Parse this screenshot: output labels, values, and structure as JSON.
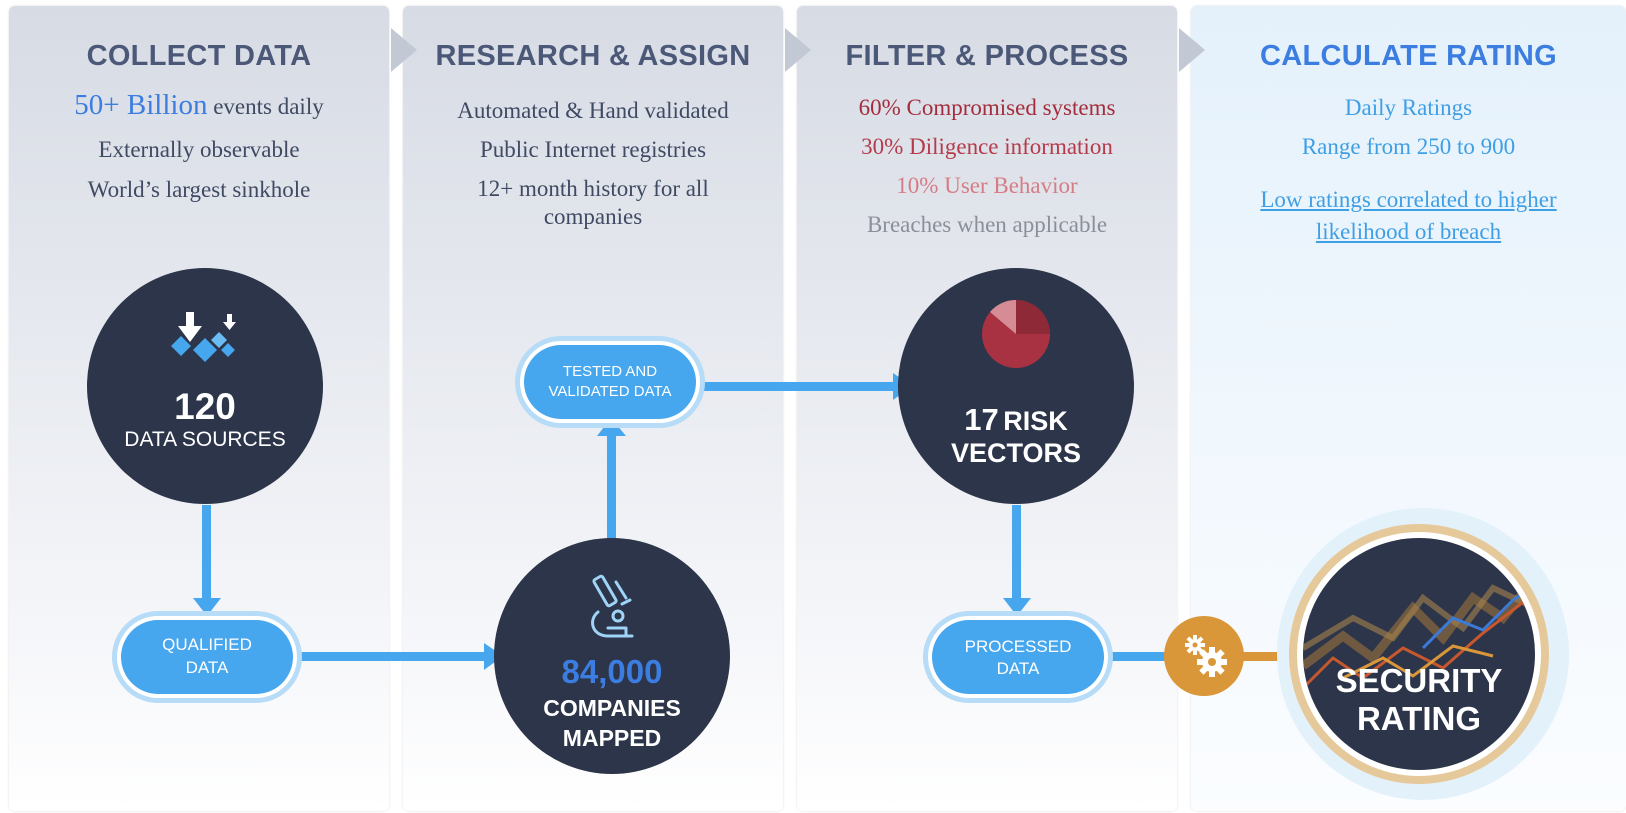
{
  "columns": [
    {
      "title": "COLLECT DATA",
      "highlight": "50+ Billion",
      "highlight_rest": "events daily",
      "lines": [
        "Externally observable",
        "World’s largest sinkhole"
      ]
    },
    {
      "title": "RESEARCH & ASSIGN",
      "lines": [
        "Automated & Hand validated",
        "Public Internet registries",
        "12+ month history for all",
        "companies"
      ]
    },
    {
      "title": "FILTER & PROCESS",
      "lines": [
        "60% Compromised systems",
        "30% Diligence information",
        "10% User Behavior",
        "Breaches when applicable"
      ]
    },
    {
      "title": "CALCULATE RATING",
      "lines": [
        "Daily Ratings",
        "Range from 250 to 900"
      ],
      "link_lines": [
        "Low ratings correlated to higher",
        "likelihood of breach"
      ]
    }
  ],
  "nodes": {
    "data_sources": {
      "number": "120",
      "label": "DATA SOURCES",
      "icon": "downloading-data-icon"
    },
    "qualified": {
      "line1": "QUALIFIED",
      "line2": "DATA"
    },
    "companies": {
      "number": "84,000",
      "line1": "COMPANIES",
      "line2": "MAPPED",
      "icon": "microscope-icon"
    },
    "tested": {
      "line1": "TESTED AND",
      "line2": "VALIDATED DATA"
    },
    "risk": {
      "number": "17",
      "word": "RISK",
      "line2": "VECTORS",
      "icon": "pie-chart-icon"
    },
    "processed": {
      "line1": "PROCESSED",
      "line2": "DATA"
    },
    "gears": {
      "icon": "gears-icon"
    },
    "rating": {
      "line1": "SECURITY",
      "line2": "RATING",
      "icon": "rating-trend-icon"
    }
  },
  "colors": {
    "heading": "#4b5878",
    "heading_accent": "#3b7de0",
    "pill": "#46a6ee",
    "circle": "#2c3549",
    "red_strong": "#a42c3c",
    "red_mid": "#b53a4a",
    "red_light": "#d67c86",
    "gray_text": "#8b8f98",
    "light_blue_text": "#3f9fe4",
    "gold": "#d9973a"
  }
}
